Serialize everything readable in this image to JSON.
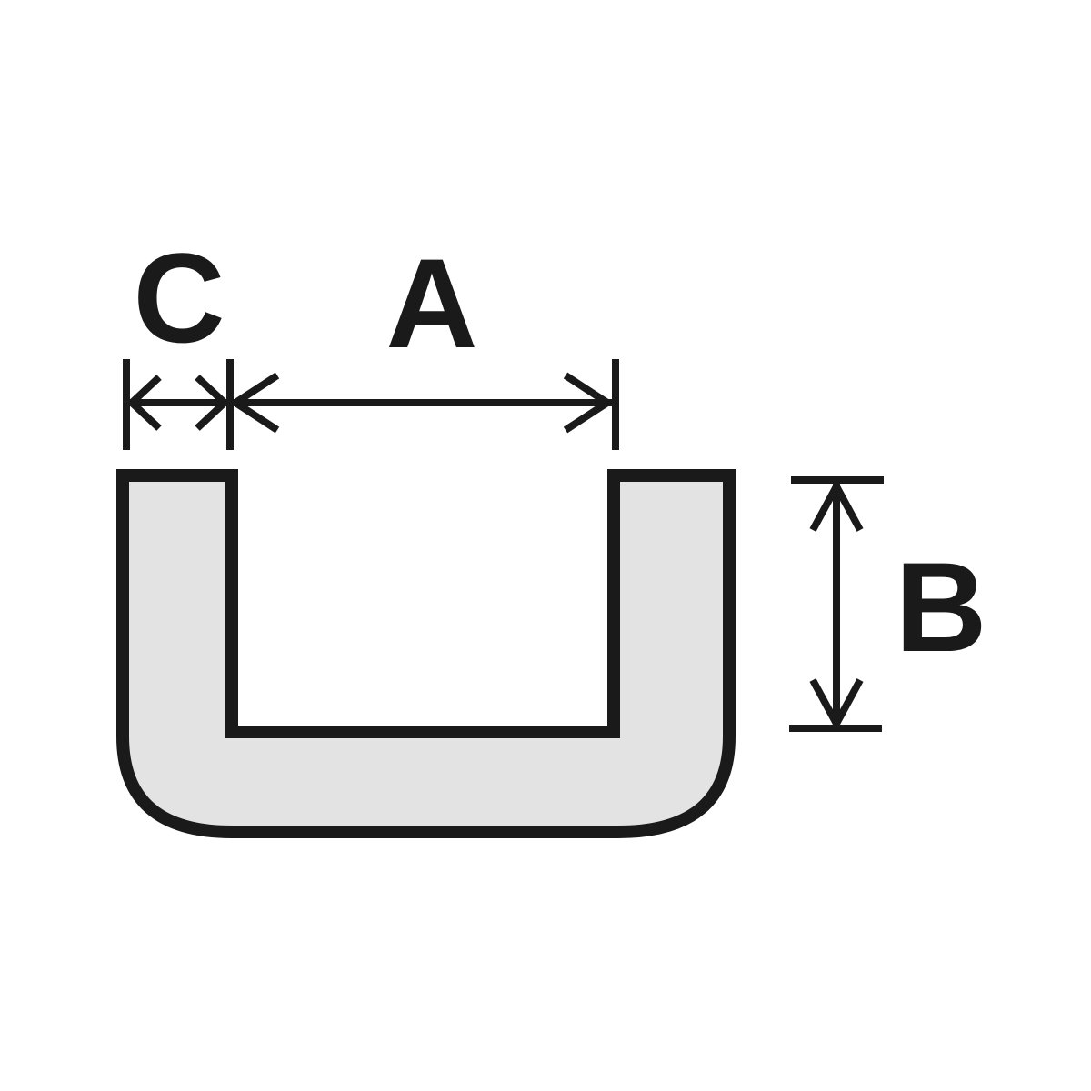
{
  "diagram": {
    "labels": {
      "a": "A",
      "b": "B",
      "c": "C"
    },
    "colors": {
      "profile_fill": "#e3e3e3",
      "stroke": "#1a1a1a",
      "background": "#ffffff"
    }
  }
}
